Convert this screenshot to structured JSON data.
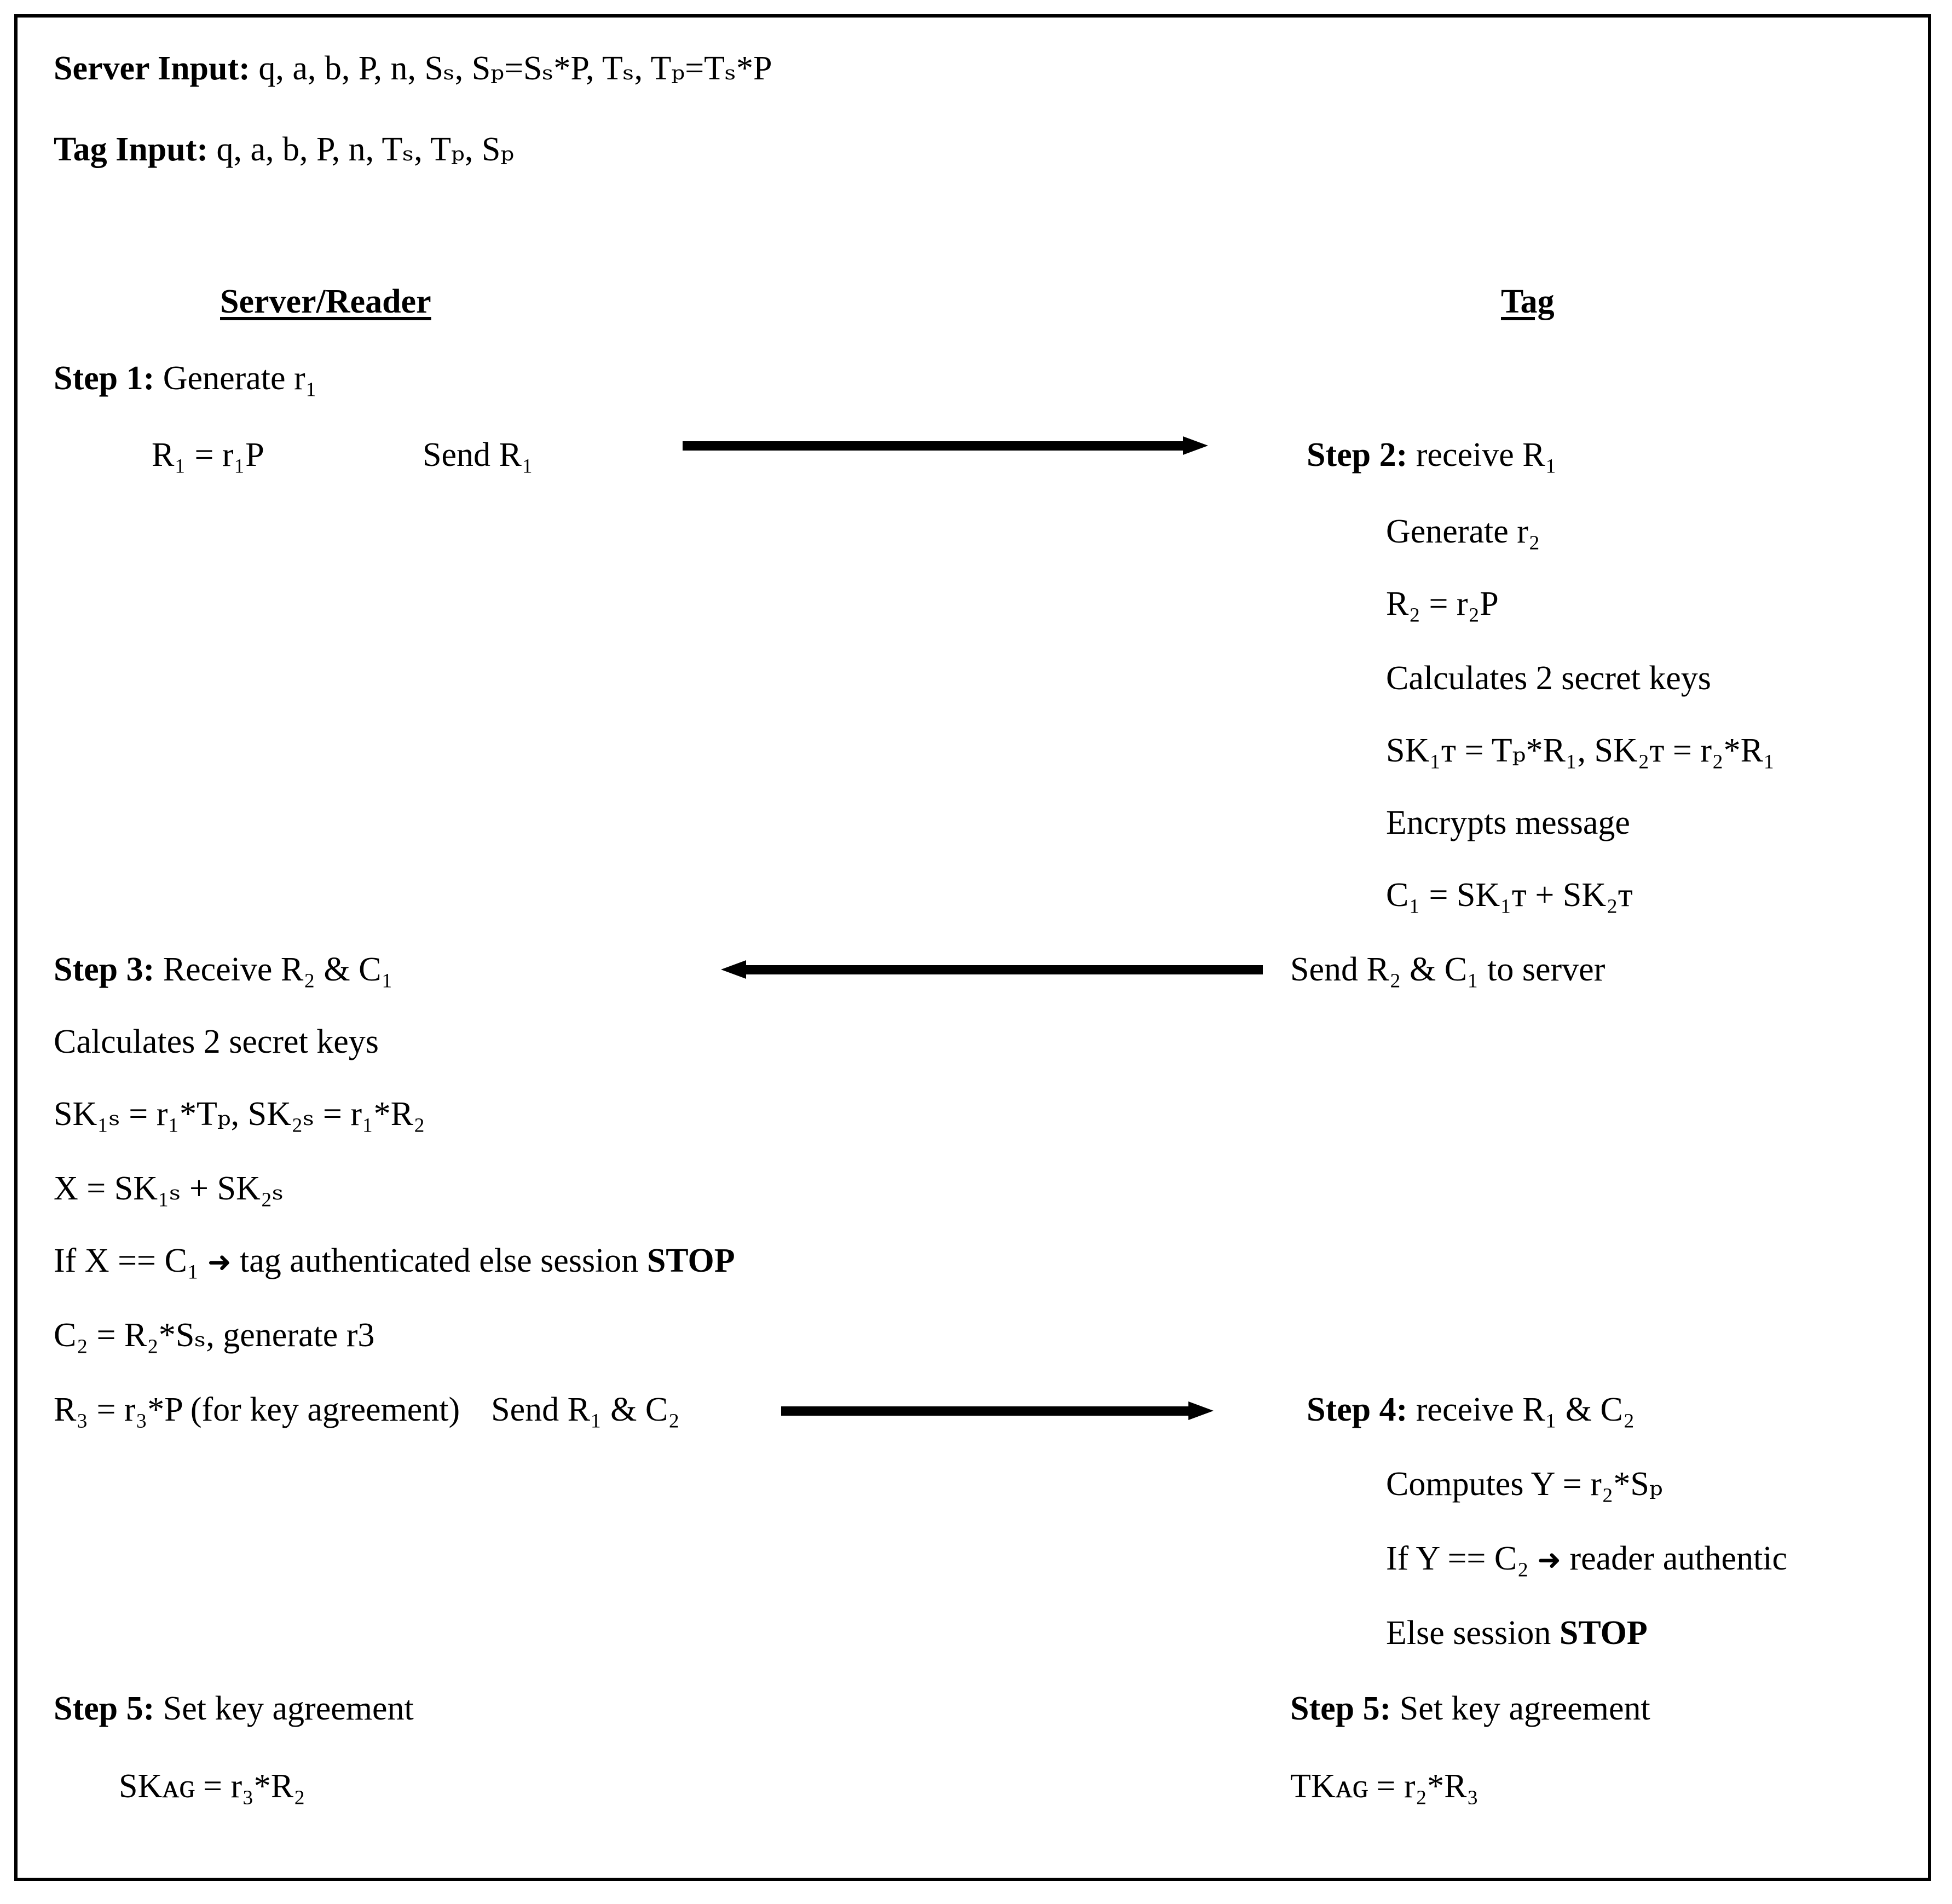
{
  "figure": {
    "type": "protocol-sequence-diagram",
    "border_color": "#000000",
    "background_color": "#ffffff",
    "text_color": "#000000"
  },
  "inputs": {
    "server_label": "Server Input:",
    "server_value": "q, a, b, P, n, Sₛ, Sₚ=Sₛ*P, Tₛ, Tₚ=Tₛ*P",
    "tag_label": "Tag Input:",
    "tag_value": "q, a, b, P, n, Tₛ, Tₚ, Sₚ"
  },
  "columns": {
    "left_header": "Server/Reader",
    "right_header": "Tag"
  },
  "left_column": {
    "step1_label": "Step 1:",
    "step1_text": "Generate r₁",
    "r1_equation": "R₁ = r₁P",
    "send_r1": "Send R₁",
    "step3_label": "Step 3:",
    "step3_text": "Receive R₂ & C₁",
    "calculates_keys": "Calculates 2 secret keys",
    "sk_equations": "SK₁ₛ = r₁*Tₚ, SK₂ₛ = r₁*R₂",
    "x_equation": "X = SK₁ₛ + SK₂ₛ",
    "if_x_pre": "If X == C₁",
    "if_x_arrow": "➜",
    "if_x_mid": "tag authenticated else session",
    "if_x_stop": "STOP",
    "c2_equation": "C₂ = R₂*Sₛ, generate r3",
    "r3_equation": "R₃ = r₃*P (for key agreement)",
    "send_r1_c2": "Send R₁ & C₂",
    "step5_label": "Step 5:",
    "step5_text": "Set key agreement",
    "skag_equation": "SKᴀɢ = r₃*R₂"
  },
  "right_column": {
    "step2_label": "Step 2:",
    "step2_text": "receive R₁",
    "generate_r2": "Generate r₂",
    "r2_equation": "R₂ = r₂P",
    "calculates_keys": "Calculates 2 secret keys",
    "sk_equations": "SK₁ᴛ = Tₚ*R₁, SK₂ᴛ = r₂*R₁",
    "encrypts_message": "Encrypts message",
    "c1_equation": "C₁ = SK₁ᴛ + SK₂ᴛ",
    "send_r2_c1": "Send R₂ & C₁ to server",
    "step4_label": "Step 4:",
    "step4_text": "receive R₁ & C₂",
    "computes_y": "Computes Y = r₂*Sₚ",
    "if_y_pre": "If Y == C₂",
    "if_y_arrow": "➜",
    "if_y_post": "reader authentic",
    "else_session": "Else session",
    "else_stop": "STOP",
    "step5_label": "Step 5:",
    "step5_text": "Set key agreement",
    "tkag_equation": "TKᴀɢ = r₂*R₃"
  },
  "arrows": [
    {
      "name": "arrow-r1-server-to-tag",
      "direction": "right"
    },
    {
      "name": "arrow-r2c1-tag-to-server",
      "direction": "left"
    },
    {
      "name": "arrow-r1c2-server-to-tag",
      "direction": "right"
    }
  ]
}
